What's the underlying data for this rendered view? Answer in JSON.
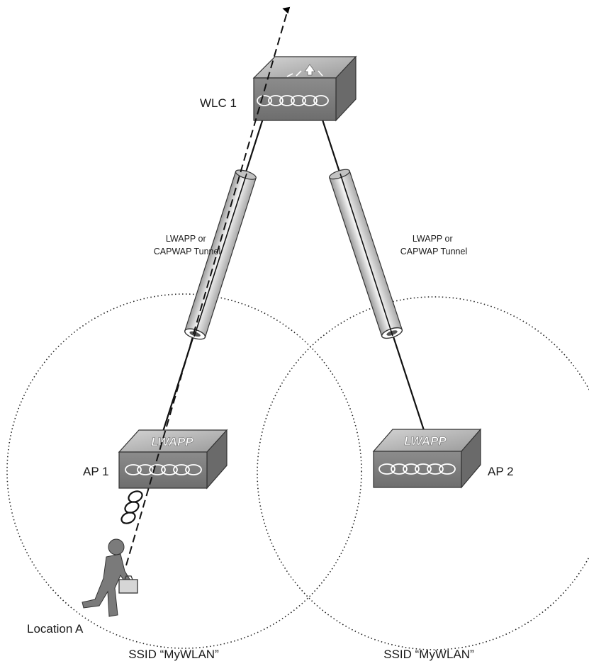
{
  "labels": {
    "wlc": "WLC 1",
    "ap1": "AP 1",
    "ap2": "AP 2",
    "tunnel_left": [
      "LWAPP or",
      "CAPWAP Tunnel"
    ],
    "tunnel_right": [
      "LWAPP or",
      "CAPWAP Tunnel"
    ],
    "location": "Location A",
    "ssid_left": "SSID “MyWLAN”",
    "ssid_right": "SSID “MyWLAN”"
  },
  "badges": {
    "ap1": "LWAPP",
    "ap2": "LWAPP"
  },
  "icons": {
    "controller": "wireless-lan-controller-icon",
    "access_point": "lightweight-access-point-icon",
    "client": "walking-user-icon",
    "rf_signal": "rf-signal-icon",
    "tunnel": "tunnel-pipe-icon"
  }
}
